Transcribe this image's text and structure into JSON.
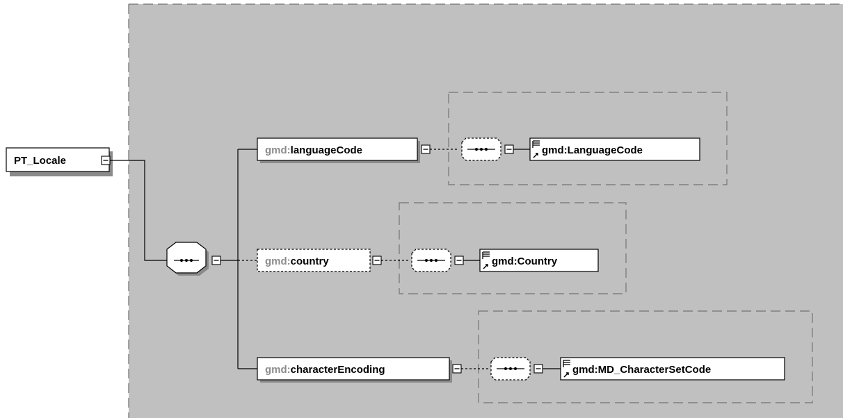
{
  "root": {
    "label": "PT_Locale"
  },
  "elements": [
    {
      "prefix": "gmd",
      "sep": ":",
      "name": "languageCode",
      "optional": false,
      "type_label": "gmd:LanguageCode"
    },
    {
      "prefix": "gmd",
      "sep": ":",
      "name": "country",
      "optional": true,
      "type_label": "gmd:Country"
    },
    {
      "prefix": "gmd",
      "sep": ":",
      "name": "characterEncoding",
      "optional": false,
      "type_label": "gmd:MD_CharacterSetCode"
    }
  ],
  "colors": {
    "canvas": "#c0c0c0",
    "frame_dash": "#7f7f7f",
    "prefix_text": "#8c8c8c",
    "node_fill": "#ffffff",
    "shadow": "#8a8a8a"
  },
  "icons": {
    "collapse": "minus-box-icon",
    "sequence": "sequence-compositor-icon",
    "type_ref": "type-reference-icon"
  }
}
